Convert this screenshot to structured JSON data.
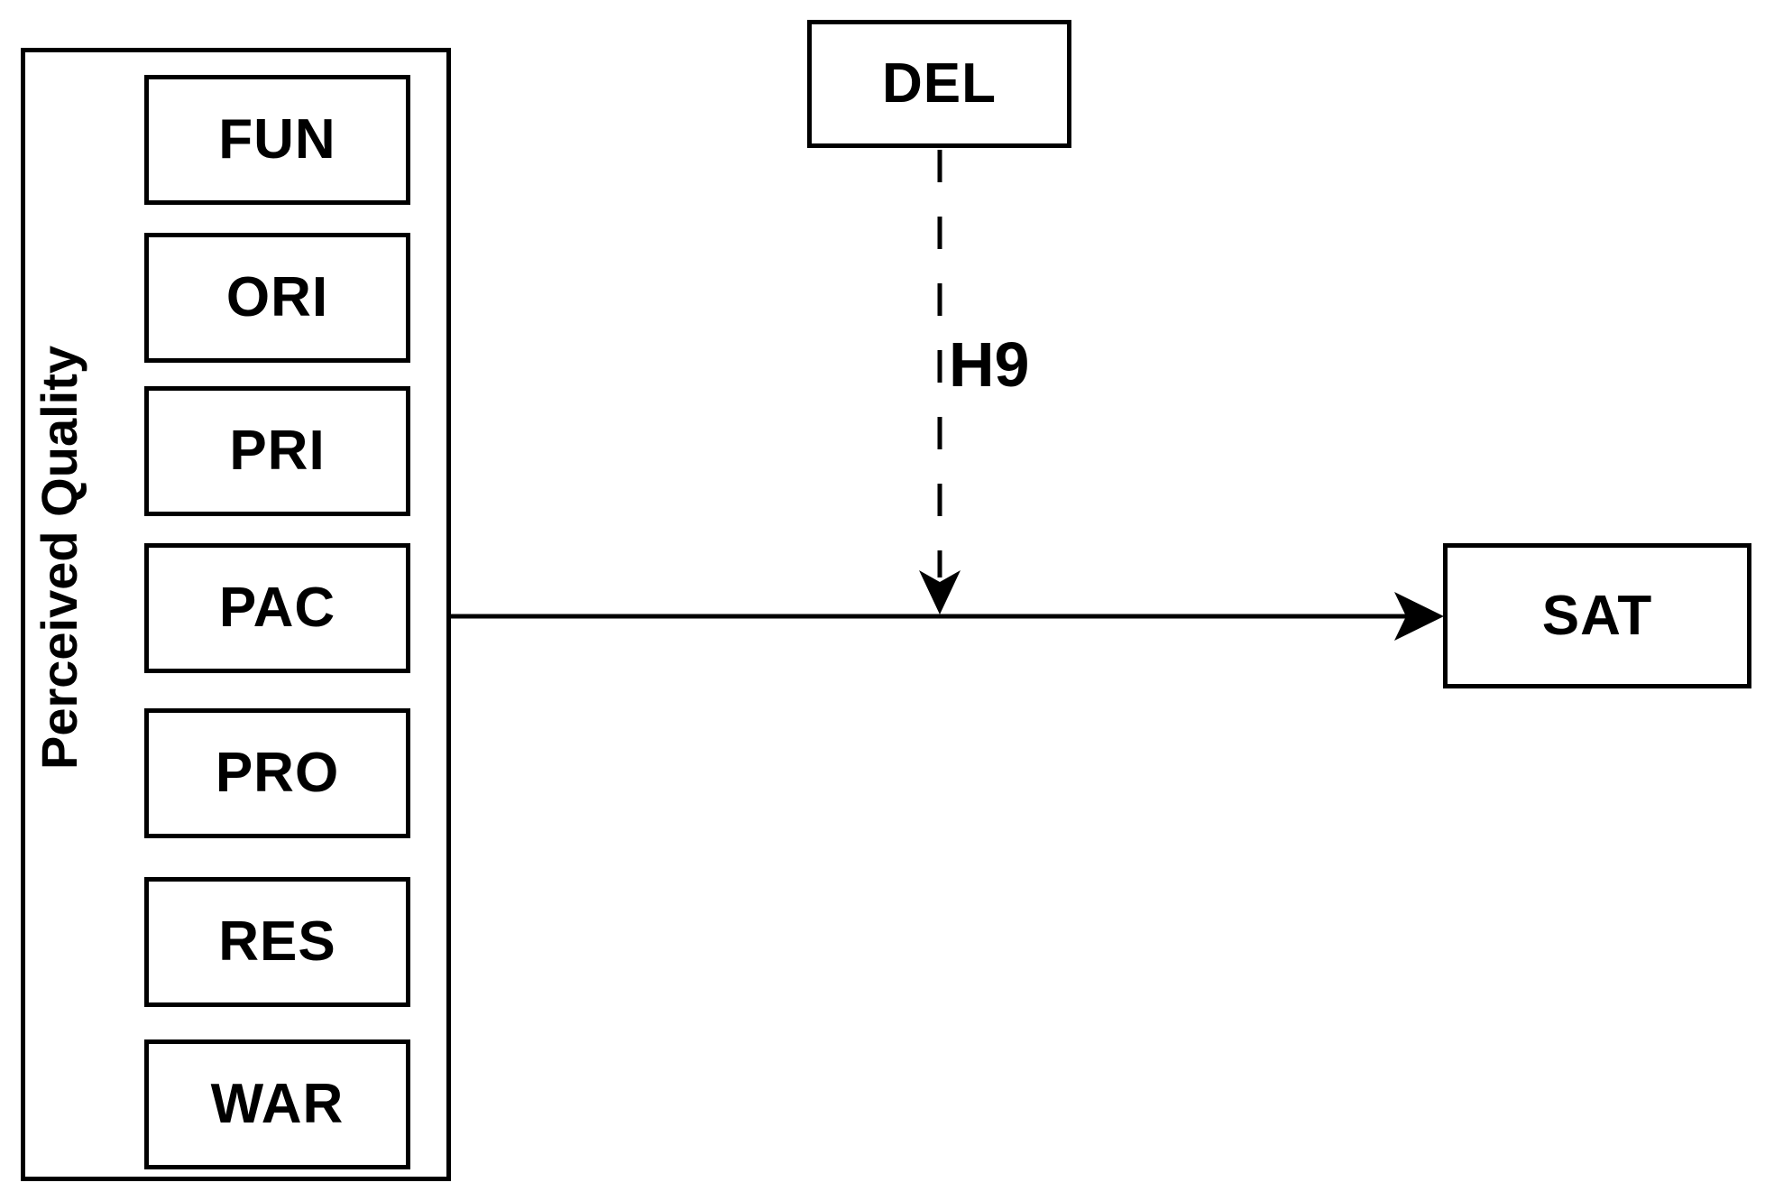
{
  "colors": {
    "line": "#000000",
    "background": "#ffffff"
  },
  "perceived_quality": {
    "label": "Perceived Quality",
    "indicators": [
      "FUN",
      "ORI",
      "PRI",
      "PAC",
      "PRO",
      "RES",
      "WAR"
    ]
  },
  "moderator": {
    "label": "DEL"
  },
  "outcome": {
    "label": "SAT"
  },
  "paths": {
    "moderation": {
      "label": "H9",
      "style": "dashed",
      "from": "DEL",
      "to": "main-path"
    },
    "main": {
      "style": "solid",
      "from": "Perceived Quality",
      "to": "SAT"
    }
  }
}
